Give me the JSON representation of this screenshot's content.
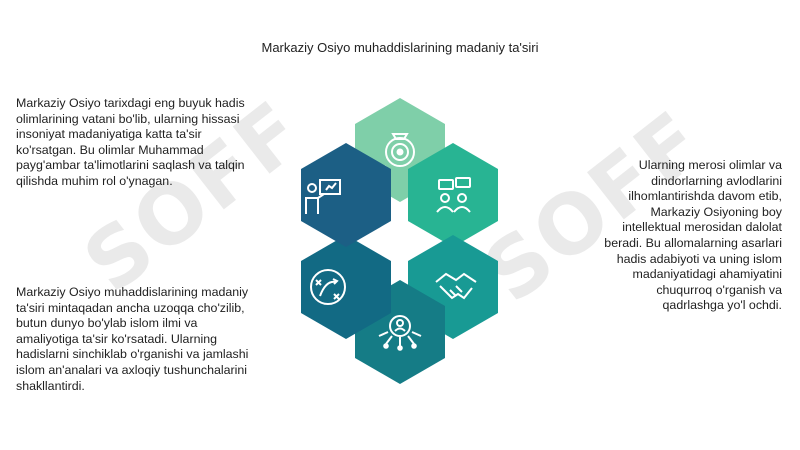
{
  "title": "Markaziy Osiyo muhaddislarining madaniy ta'siri",
  "watermark": "SOFF",
  "left_top_text": "Markaziy Osiyo tarixdagi eng buyuk hadis olimlarining vatani bo'lib, ularning hissasi insoniyat madaniyatiga katta ta'sir ko'rsatgan. Bu olimlar Muhammad payg'ambar ta'limotlarini saqlash va talqin qilishda muhim rol o'ynagan.",
  "left_bottom_text": "Markaziy Osiyo muhaddislarining madaniy ta'siri mintaqadan ancha uzoqqa cho'zilib, butun dunyo bo'ylab islom ilmi va amaliyotiga ta'sir ko'rsatadi. Ularning hadislarni sinchiklab o'rganishi va jamlashi islom an'analari va axloqiy tushunchalarini shakllantirdi.",
  "right_text": "Ularning merosi olimlar va dindorlarning avlodlarini ilhomlantirishda davom etib, Markaziy Osiyoning boy intellektual merosidan dalolat beradi. Bu allomalarning asarlari hadis adabiyoti va uning islom madaniyatidagi ahamiyatini chuqurroq o'rganish va qadrlashga yo'l ochdi.",
  "hexagons": [
    {
      "name": "hex-top",
      "color": "#7fcfa9",
      "icon": "target-gear-icon"
    },
    {
      "name": "hex-top-right",
      "color": "#28b493",
      "icon": "discussion-icon"
    },
    {
      "name": "hex-bottom-right",
      "color": "#189a94",
      "icon": "handshake-icon"
    },
    {
      "name": "hex-bottom",
      "color": "#157c86",
      "icon": "network-person-icon"
    },
    {
      "name": "hex-bottom-left",
      "color": "#126a84",
      "icon": "strategy-icon"
    },
    {
      "name": "hex-top-left",
      "color": "#1c5f85",
      "icon": "presentation-icon"
    }
  ],
  "colors": {
    "text": "#1f1f1f",
    "watermark": "#c9c9c9"
  }
}
